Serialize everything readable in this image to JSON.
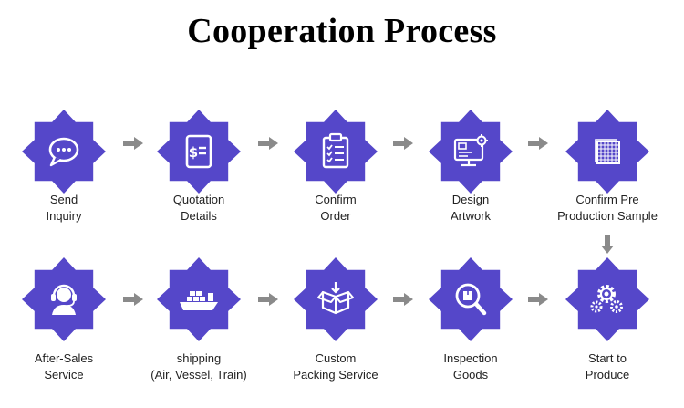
{
  "title": "Cooperation Process",
  "colors": {
    "badge": "#5547c9",
    "icon": "#ffffff",
    "arrow": "#8a8a8a"
  },
  "steps": [
    {
      "line1": "Send",
      "line2": "Inquiry",
      "icon": "chat-bubble-icon"
    },
    {
      "line1": "Quotation",
      "line2": "Details",
      "icon": "quotation-document-icon"
    },
    {
      "line1": "Confirm",
      "line2": "Order",
      "icon": "clipboard-checklist-icon"
    },
    {
      "line1": "Design",
      "line2": "Artwork",
      "icon": "design-monitor-icon"
    },
    {
      "line1": "Confirm Pre",
      "line2": "Production Sample",
      "icon": "fabric-sample-icon"
    },
    {
      "line1": "Start to",
      "line2": "Produce",
      "icon": "gears-icon"
    },
    {
      "line1": "Inspection",
      "line2": "Goods",
      "icon": "magnifier-box-icon"
    },
    {
      "line1": "Custom",
      "line2": "Packing Service",
      "icon": "open-box-icon"
    },
    {
      "line1": "shipping",
      "line2": "(Air, Vessel, Train)",
      "icon": "cargo-ship-icon"
    },
    {
      "line1": "After-Sales",
      "line2": "Service",
      "icon": "headset-agent-icon"
    }
  ]
}
